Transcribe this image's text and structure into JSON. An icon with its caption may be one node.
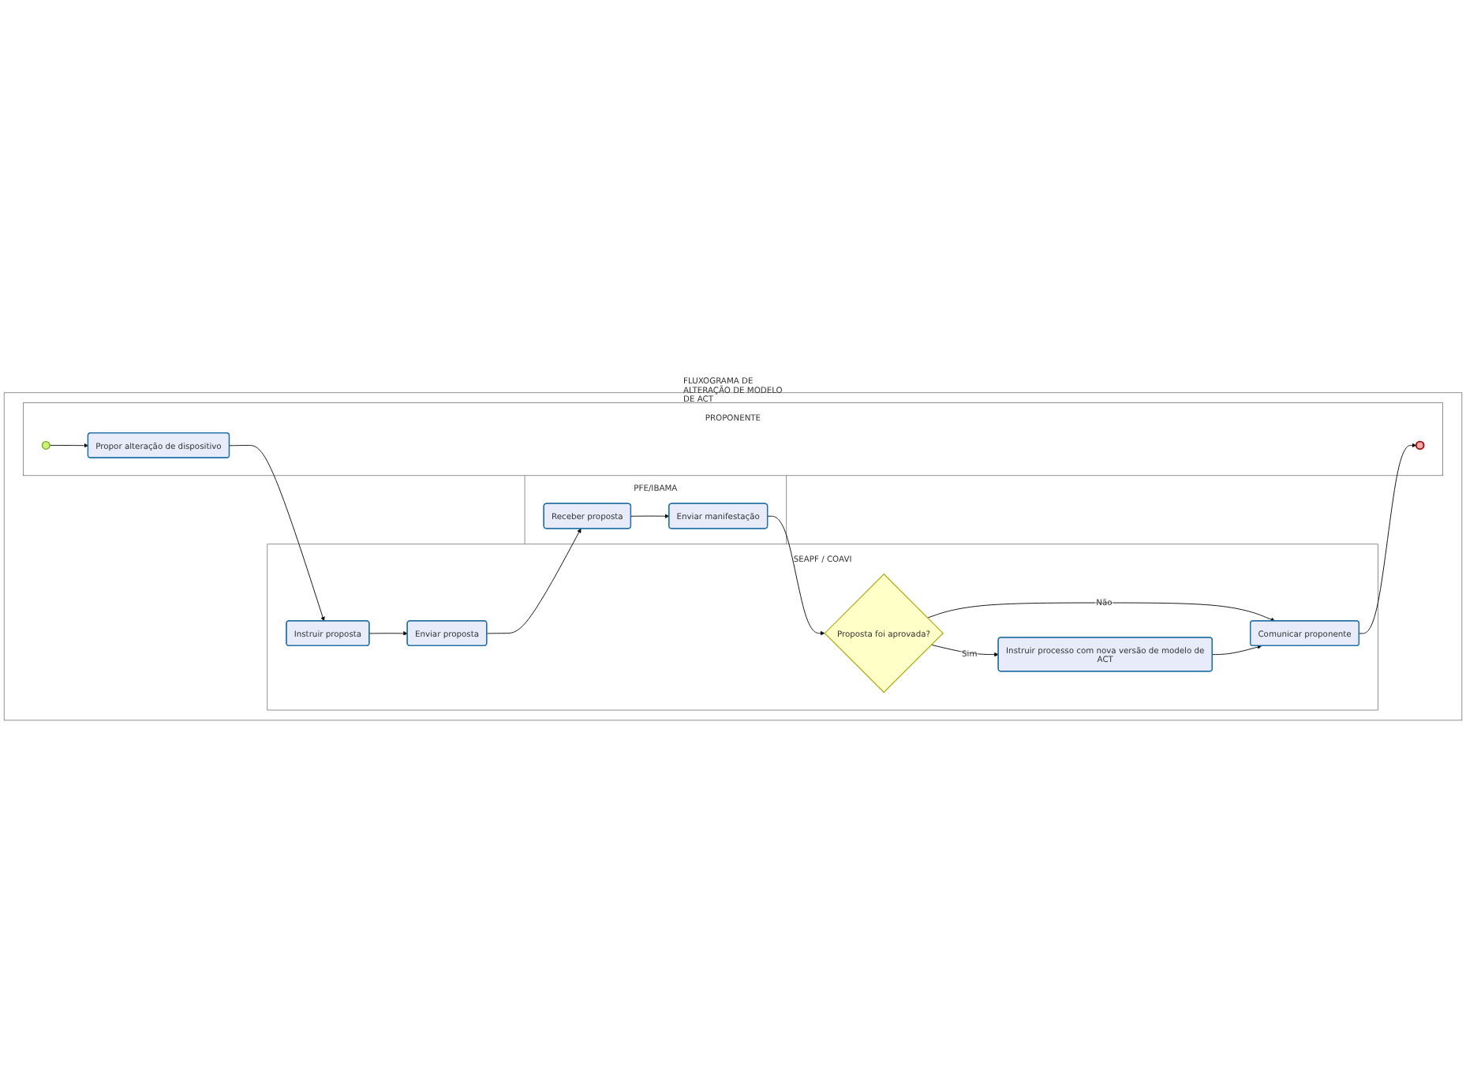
{
  "diagram": {
    "nodes": [
      {
        "text": [
          "FLUXOGRAMA DE ALTERAÇÃO DE MODELO DE ACT"
        ]
      },
      {
        "text": [
          "PROPONENTE"
        ],
        "in": 0
      },
      {
        "text": [],
        "shape": "circle",
        "in": 1
      },
      {
        "text": [
          "Propor alteração de dispositivo"
        ],
        "in": 1
      },
      {
        "text": [],
        "shape": "circle",
        "in": 1
      },
      {
        "text": [
          "SEAPF / COAVI"
        ],
        "in": 0
      },
      {
        "text": [
          "Instruir proposta"
        ],
        "in": 5
      },
      {
        "text": [
          "Enviar proposta"
        ],
        "in": 5
      },
      {
        "text": [
          "Proposta foi aprovada?"
        ],
        "in": 5
      },
      {
        "text": [
          "Comunicar proponente"
        ],
        "in": 5
      },
      {
        "text": [
          "Instruir processo com nova versão de modelo de ACT"
        ],
        "in": 5
      },
      {
        "text": [
          "PFE/IBAMA"
        ],
        "in": 0
      },
      {
        "text": [
          "Receber proposta"
        ],
        "in": 11
      },
      {
        "text": [
          "Enviar manifestação"
        ],
        "in": 11
      }
    ],
    "edges": [
      {
        "from": 2,
        "to": 3,
        "arrow": "to"
      },
      {
        "from": 3,
        "to": 6,
        "arrow": "to"
      },
      {
        "from": 6,
        "to": 7,
        "arrow": "to"
      },
      {
        "from": 7,
        "to": 12,
        "arrow": "to"
      },
      {
        "from": 12,
        "to": 13,
        "arrow": "to"
      },
      {
        "from": 13,
        "to": 8,
        "arrow": "to"
      },
      {
        "from": 8,
        "to": 9,
        "arrow": "to",
        "label": "Não"
      },
      {
        "from": 8,
        "to": 10,
        "arrow": "to",
        "label": "Sim"
      },
      {
        "from": 10,
        "to": 9,
        "arrow": "to"
      },
      {
        "from": 9,
        "to": 4,
        "arrow": "to"
      }
    ]
  }
}
